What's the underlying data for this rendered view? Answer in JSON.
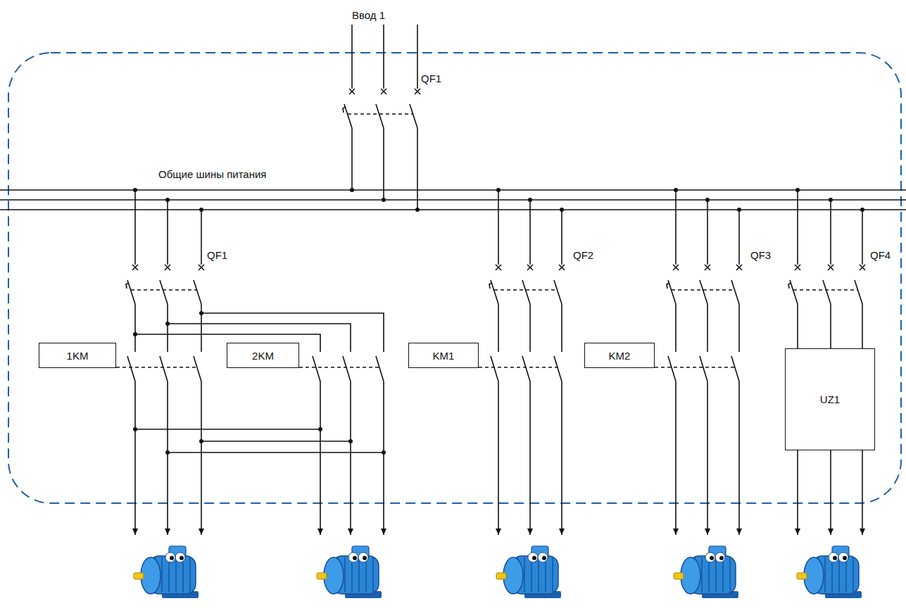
{
  "diagram": {
    "nodes": [
      {
        "text": [
          "1KM"
        ]
      },
      {
        "text": [
          "2KM"
        ]
      },
      {
        "text": [
          "KM1"
        ]
      },
      {
        "text": [
          "KM2"
        ]
      },
      {
        "text": [
          "UZ1"
        ]
      }
    ],
    "labels": [
      "Ввод 1",
      "QF1",
      "Общие шины питания",
      "QF1",
      "QF2",
      "QF3",
      "QF4"
    ]
  }
}
